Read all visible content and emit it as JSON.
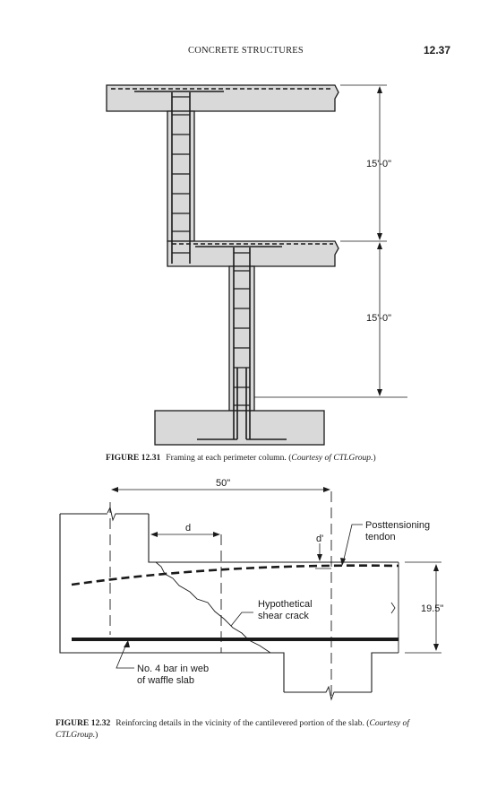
{
  "header": {
    "title": "CONCRETE STRUCTURES",
    "page": "12.37"
  },
  "figure31": {
    "dim_upper": "15'-0\"",
    "dim_lower": "15'-0\"",
    "caption_label": "FIGURE 12.31",
    "caption_text": "Framing at each perimeter column. (",
    "caption_courtesy": "Courtesy of CTLGroup.",
    "caption_end": ")"
  },
  "figure32": {
    "dim_top": "50\"",
    "label_d": "d",
    "label_dprime": "d'",
    "label_tendon_1": "Posttensioning",
    "label_tendon_2": "tendon",
    "label_crack_1": "Hypothetical",
    "label_crack_2": "shear crack",
    "dim_depth": "19.5\"",
    "label_bar_1": "No. 4 bar in web",
    "label_bar_2": "of waffle slab",
    "caption_label": "FIGURE 12.32",
    "caption_text": "Reinforcing details in the vicinity of the cantilevered portion of the slab. (",
    "caption_courtesy": "Courtesy of CTLGroup.",
    "caption_end": ")"
  },
  "colors": {
    "concrete": "#d9d9d9",
    "ink": "#1a1a1a"
  }
}
